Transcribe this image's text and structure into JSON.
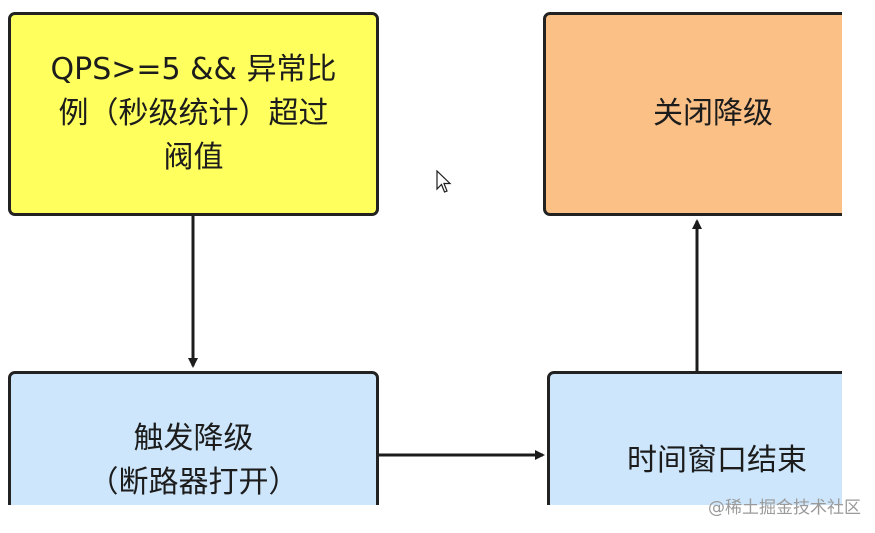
{
  "nodes": {
    "threshold": {
      "label": "QPS>=5 && 异常比\n例（秒级统计）超过\n阀值",
      "color": "#ffff5e"
    },
    "trigger": {
      "label": "触发降级\n（断路器打开）",
      "color": "#cde6fb"
    },
    "window_end": {
      "label": "时间窗口结束",
      "color": "#cde6fb"
    },
    "close": {
      "label": "关闭降级",
      "color": "#fbc086"
    }
  },
  "edges": [
    {
      "from": "threshold",
      "to": "trigger"
    },
    {
      "from": "trigger",
      "to": "window_end"
    },
    {
      "from": "window_end",
      "to": "close"
    }
  ],
  "watermark": "@稀土掘金技术社区",
  "cursor_icon": "pointer-arrow-icon"
}
